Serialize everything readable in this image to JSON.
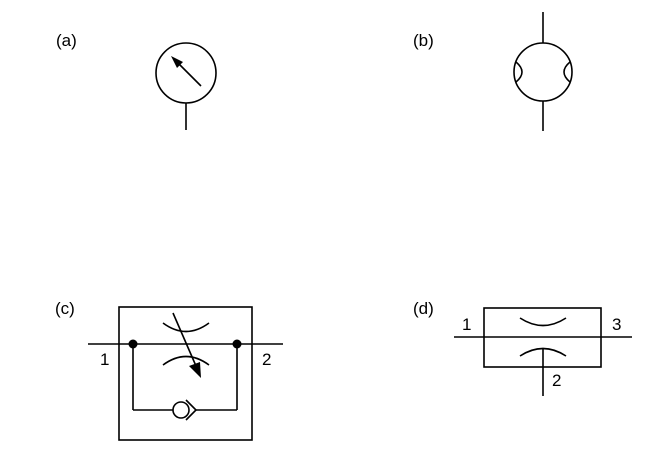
{
  "panels": [
    {
      "id": "a",
      "label": "(a)"
    },
    {
      "id": "b",
      "label": "(b)"
    },
    {
      "id": "c",
      "label": "(c)",
      "ports": [
        "1",
        "2"
      ]
    },
    {
      "id": "d",
      "label": "(d)",
      "ports": [
        "1",
        "3",
        "2"
      ]
    }
  ],
  "colors": {
    "stroke": "#000000",
    "background": "#ffffff"
  }
}
